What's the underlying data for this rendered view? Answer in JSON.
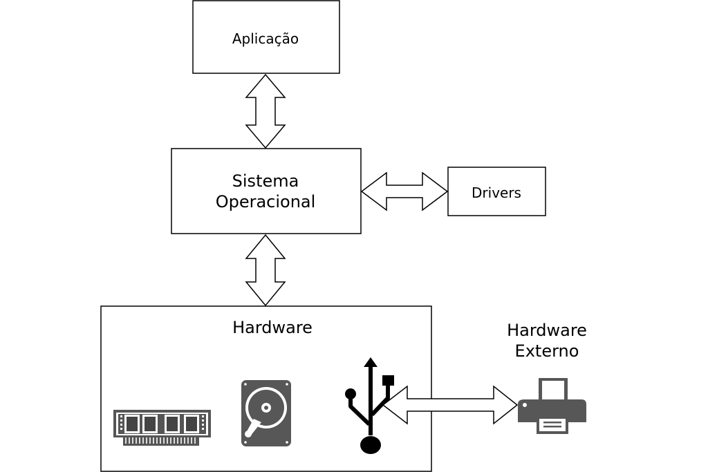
{
  "nodes": {
    "aplicacao": {
      "label": "Aplicação"
    },
    "sistema": {
      "line1": "Sistema",
      "line2": "Operacional"
    },
    "drivers": {
      "label": "Drivers"
    },
    "hardware": {
      "label": "Hardware"
    },
    "externo": {
      "line1": "Hardware",
      "line2": "Externo"
    }
  },
  "icons": [
    "ram-module-icon",
    "hard-disk-icon",
    "usb-icon",
    "printer-icon"
  ],
  "colors": {
    "stroke": "#000000",
    "icon_fill": "#575757"
  }
}
